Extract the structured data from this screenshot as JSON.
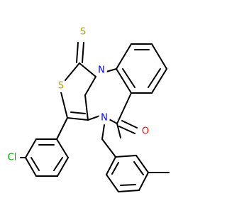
{
  "colors": {
    "bond": "#000000",
    "N": "#0000ff",
    "O": "#ff0000",
    "S": "#b8a200",
    "Cl": "#00a800"
  },
  "atoms": {
    "S_thione": "S",
    "S_ring": "S",
    "N_fused": "N",
    "N_amide": "N",
    "O_carbonyl": "O",
    "Cl_aryl": "Cl"
  }
}
